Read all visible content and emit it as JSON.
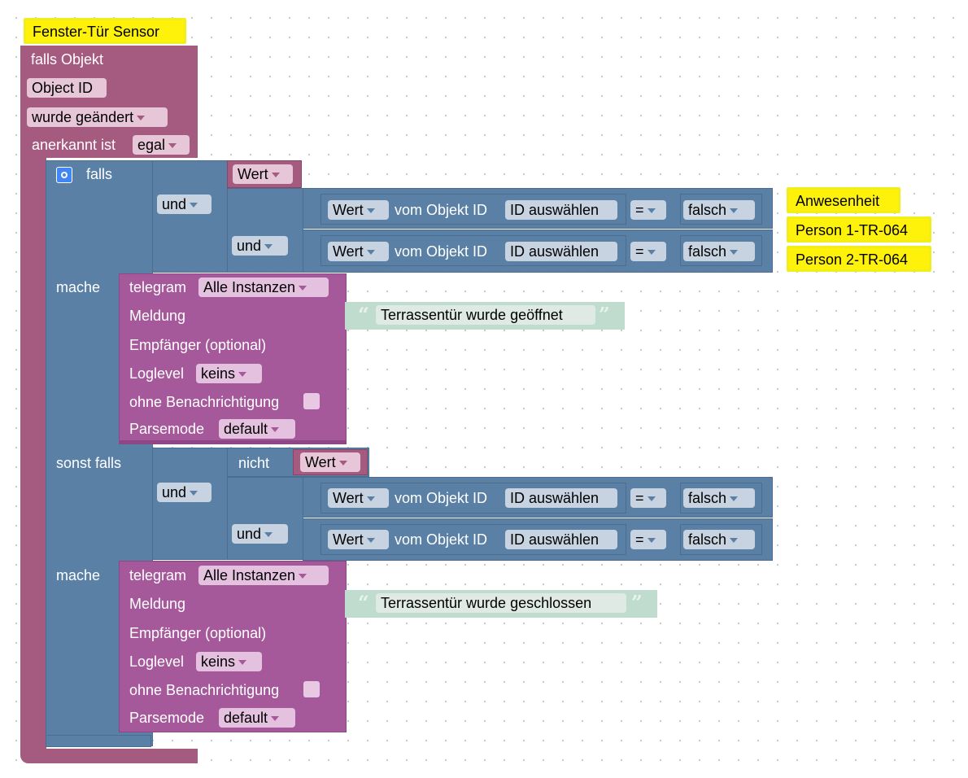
{
  "comments": {
    "title": "Fenster-Tür Sensor",
    "notes": [
      "Anwesenheit",
      "Person 1-TR-064",
      "Person 2-TR-064"
    ]
  },
  "trigger": {
    "label": "falls Objekt",
    "object_id": "Object ID",
    "changed": "wurde geändert",
    "ack_label": "anerkannt ist",
    "ack_value": "egal"
  },
  "if_block": {
    "if_label": "falls",
    "elseif_label": "sonst falls",
    "do_label": "mache",
    "and_label": "und",
    "not_label": "nicht",
    "value_label": "Wert",
    "cmp": {
      "value_label": "Wert",
      "from_object": "vom Objekt ID",
      "select_id": "ID auswählen",
      "op": "=",
      "false": "falsch"
    }
  },
  "telegram": {
    "label": "telegram",
    "instances": "Alle Instanzen",
    "message_label": "Meldung",
    "recipient_label": "Empfänger (optional)",
    "loglevel_label": "Loglevel",
    "loglevel_value": "keins",
    "silent_label": "ohne Benachrichtigung",
    "parsemode_label": "Parsemode",
    "parsemode_value": "default"
  },
  "messages": {
    "opened": "Terrassentür wurde geöffnet",
    "closed": "Terrassentür wurde geschlossen"
  },
  "colors": {
    "event": "#a55b80",
    "logic": "#5b80a5",
    "telegram": "#a5599a",
    "string": "#bfdccf",
    "comment": "#fff20a"
  }
}
